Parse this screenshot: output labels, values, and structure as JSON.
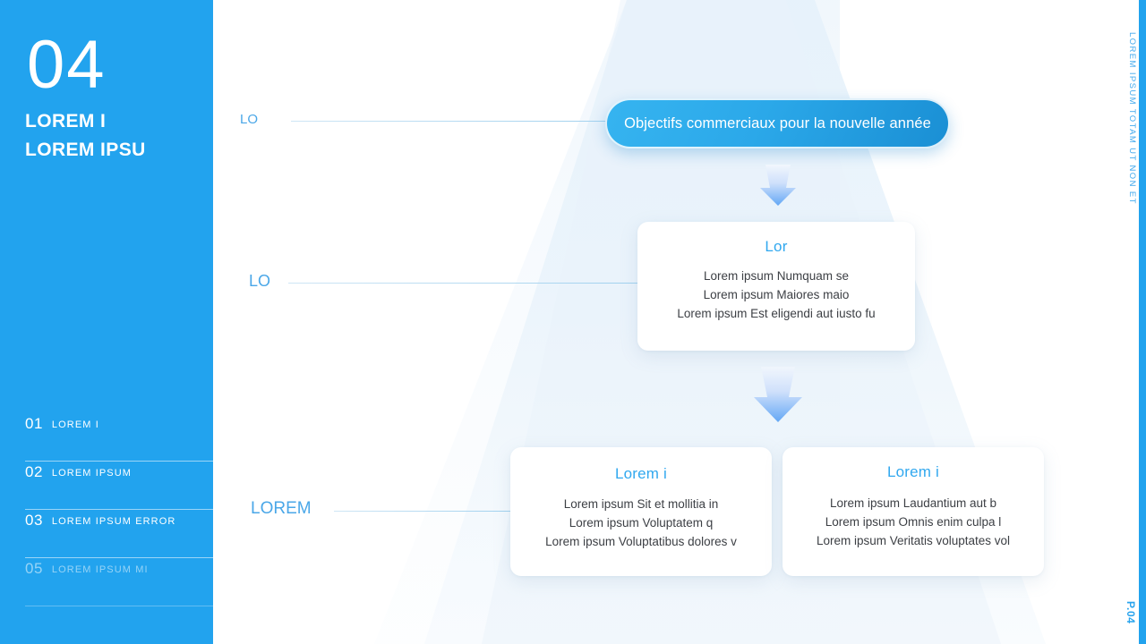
{
  "sidebar": {
    "number": "04",
    "title_line1": "LOREM I",
    "title_line2": "LOREM IPSU",
    "background_color": "#22a3ee",
    "items": [
      {
        "num": "01",
        "label": "LOREM I",
        "dim": false
      },
      {
        "num": "02",
        "label": "LOREM IPSUM",
        "dim": false
      },
      {
        "num": "03",
        "label": "LOREM IPSUM ERROR",
        "dim": false
      },
      {
        "num": "05",
        "label": "LOREM IPSUM MI",
        "dim": true
      }
    ]
  },
  "stages": [
    {
      "label": "LO",
      "font_size": "15px"
    },
    {
      "label": "LO",
      "font_size": "18px"
    },
    {
      "label": "LOREM",
      "font_size": "19px"
    }
  ],
  "pill": {
    "text": "Objectifs commerciaux pour la nouvelle année",
    "gradient_from": "#36b4f0",
    "gradient_to": "#1a8fd4"
  },
  "arrows": [
    {
      "name": "arrow-down-1"
    },
    {
      "name": "arrow-down-2"
    }
  ],
  "cards": {
    "middle": {
      "title": "Lor",
      "lines": [
        "Lorem ipsum Numquam se",
        "Lorem ipsum Maiores maio",
        "Lorem ipsum Est eligendi aut iusto fu"
      ]
    },
    "bottom_left": {
      "title": "Lorem i",
      "lines": [
        "Lorem ipsum Sit et mollitia in",
        "Lorem ipsum Voluptatem q",
        "Lorem ipsum Voluptatibus dolores v"
      ]
    },
    "bottom_right": {
      "title": "Lorem i",
      "lines": [
        "Lorem ipsum Laudantium aut b",
        "Lorem ipsum Omnis enim culpa l",
        "Lorem ipsum Veritatis voluptates vol"
      ]
    }
  },
  "right_edge": {
    "vertical_note": "LOREM IPSUM TOTAM UT NON ET",
    "page_number": "P.04",
    "accent_color": "#2aa4ed"
  },
  "theme": {
    "accent": "#22a3ee",
    "card_title": "#31a8ef",
    "body_text": "#3c3f44",
    "funnel_tint": "#e3f0fa"
  }
}
